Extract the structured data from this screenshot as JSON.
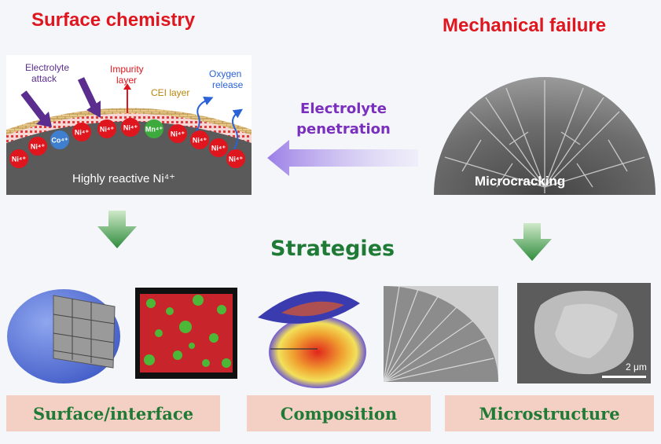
{
  "titles": {
    "surface_chemistry": "Surface chemistry",
    "mechanical_failure": "Mechanical failure",
    "strategies": "Strategies"
  },
  "surface_panel": {
    "electrolyte_attack": [
      "Electrolyte",
      "attack"
    ],
    "impurity_layer": [
      "Impurity",
      "layer"
    ],
    "cei_layer": "CEI layer",
    "oxygen_release": [
      "Oxygen",
      "release"
    ],
    "bulk_label": "Highly reactive Ni⁴⁺",
    "ions": [
      "Ni⁴⁺",
      "Ni⁴⁺",
      "Co⁴⁺",
      "Ni⁴⁺",
      "Ni⁴⁺",
      "Ni⁴⁺",
      "Mn⁴⁺",
      "Ni⁴⁺",
      "Ni⁴⁺",
      "Ni⁴⁺",
      "Ni⁴⁺"
    ],
    "ion_colors": {
      "ni": "#e0161e",
      "co": "#3f7fd0",
      "mn": "#3daa3d"
    }
  },
  "penetration": [
    "Electrolyte",
    "penetration"
  ],
  "microcracking_label": "Microcracking",
  "scale_bar_label": "2 μm",
  "categories": [
    "Surface/interface",
    "Composition",
    "Microstructure"
  ],
  "colors": {
    "red_title": "#e0161e",
    "green": "#1f7a36",
    "purple": "#7a2fbf",
    "category_bg": "#f4d0c4"
  }
}
